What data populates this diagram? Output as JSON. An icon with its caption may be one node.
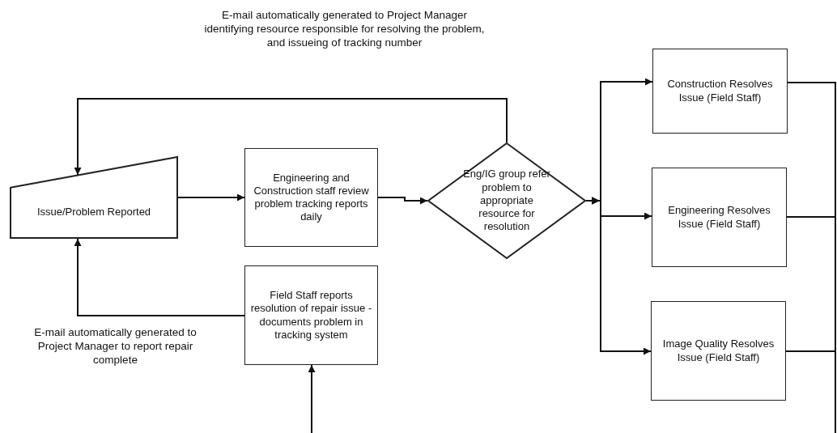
{
  "diagram": {
    "nodes": [
      {
        "text": [
          "Issue/Problem Reported"
        ]
      },
      {
        "text": [
          "Engineering and Construction staff review problem tracking reports daily"
        ]
      },
      {
        "text": [
          "Eng/IG group refer problem to appropriate resource for resolution"
        ]
      },
      {
        "text": [
          "Construction Resolves Issue (Field Staff)"
        ]
      },
      {
        "text": [
          "Engineering Resolves Issue (Field Staff)"
        ]
      },
      {
        "text": [
          "Image Quality Resolves Issue (Field Staff)"
        ]
      },
      {
        "text": [
          "Field Staff reports resolution of repair issue - documents problem in tracking system"
        ]
      }
    ],
    "edges": [
      {
        "from": 0,
        "to": 1,
        "arrow": "to"
      },
      {
        "from": 1,
        "to": 2,
        "arrow": "to"
      },
      {
        "from": 2,
        "to": 0,
        "arrow": "to",
        "label": "E-mail automatically generated to Project Manager identifying resource responsible for resolving the problem, and issueing of tracking number"
      },
      {
        "from": 2,
        "to": 3,
        "arrow": "to"
      },
      {
        "from": 2,
        "to": 4,
        "arrow": "to"
      },
      {
        "from": 2,
        "to": 5,
        "arrow": "to"
      },
      {
        "from": 3,
        "to": null,
        "arrow": "none"
      },
      {
        "from": 4,
        "to": null,
        "arrow": "none"
      },
      {
        "from": 5,
        "to": null,
        "arrow": "none"
      },
      {
        "from": null,
        "to": 6,
        "arrow": "to"
      },
      {
        "from": 6,
        "to": 0,
        "arrow": "to",
        "label": "E-mail automatically generated to Project Manager to report repair complete"
      }
    ]
  }
}
